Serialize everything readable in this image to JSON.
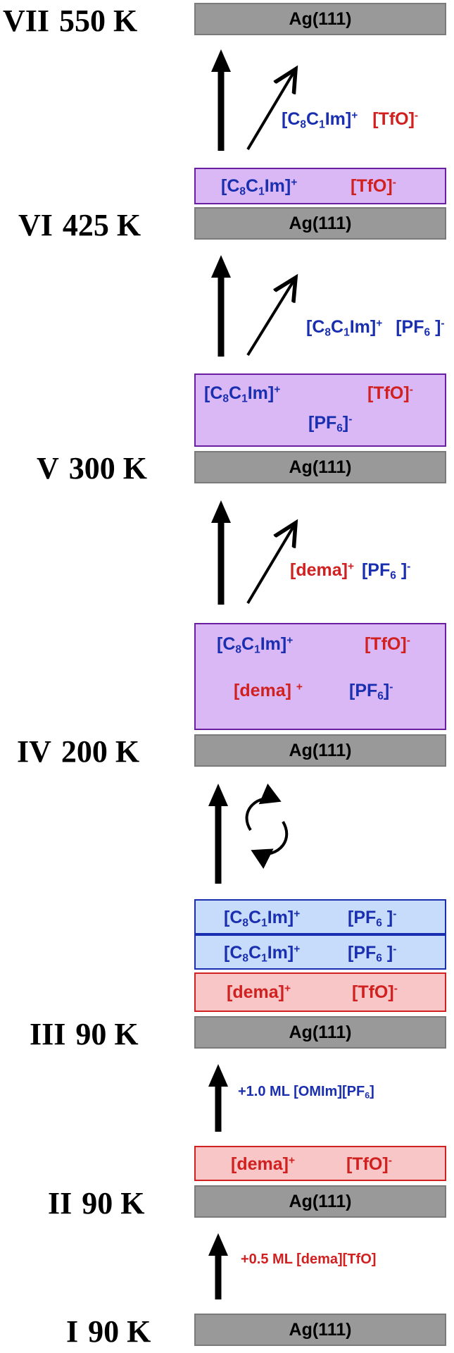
{
  "substrate_label": "Ag(111)",
  "stages": [
    {
      "roman": "VII",
      "temp": "550 K"
    },
    {
      "roman": "VI",
      "temp": "425 K"
    },
    {
      "roman": "V",
      "temp": "300 K"
    },
    {
      "roman": "IV",
      "temp": "200 K"
    },
    {
      "roman": "III",
      "temp": "90 K"
    },
    {
      "roman": "II",
      "temp": "90 K"
    },
    {
      "roman": "I",
      "temp": "90 K"
    }
  ],
  "ions": {
    "c8c1im_base": "[C",
    "c8c1im_sub1": "8",
    "c8c1im_mid": "C",
    "c8c1im_sub2": "1",
    "c8c1im_tail": "Im]",
    "pf6_base": "[PF",
    "pf6_sub": "6",
    "pf6_tail": "]",
    "pf6_spaced_tail": " ]",
    "tfo": "[TfO]",
    "dema": "[dema]",
    "dema_spaced": "[dema] ",
    "plus": "+",
    "minus": "-"
  },
  "deposition": {
    "omim_prefix": "+1.0 ML [OMIm][PF",
    "omim_sub": "6",
    "omim_suffix": "]",
    "dema": "+0.5 ML [dema][TfO]"
  },
  "colors": {
    "cation_blue": "#1a2fb0",
    "anion_red": "#d02020",
    "substrate_gray": "#999999",
    "layer_purple": "#d9b8f5",
    "layer_blue": "#c7dcfb",
    "layer_pink": "#f8c6c6"
  }
}
